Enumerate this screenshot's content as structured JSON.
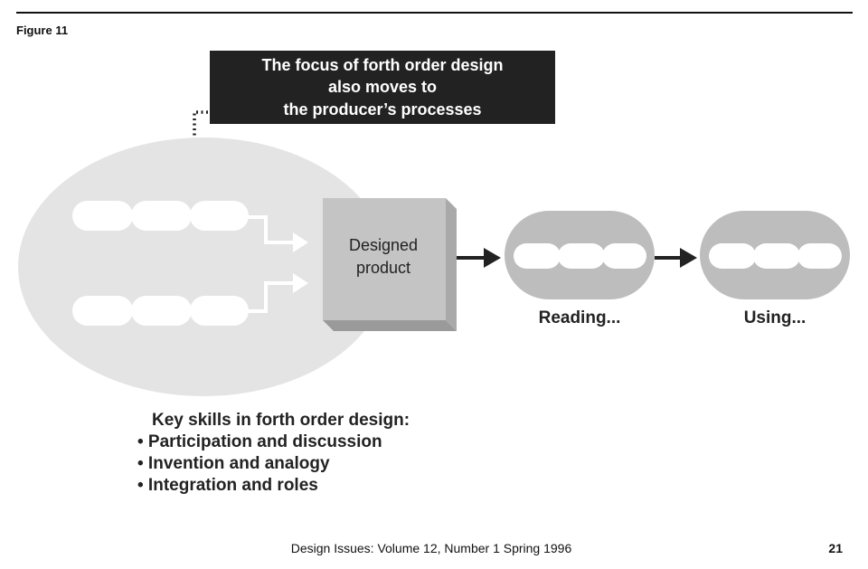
{
  "figure_label": "Figure 11",
  "callout": {
    "lines": [
      "The focus of forth order design",
      "also moves to",
      "the producer’s processes"
    ]
  },
  "product_box": {
    "lines": [
      "Designed",
      "product"
    ]
  },
  "stages": [
    {
      "label": "Reading..."
    },
    {
      "label": "Using..."
    }
  ],
  "key_skills": {
    "heading": "Key skills in forth order design:",
    "items": [
      "• Participation and discussion",
      "• Invention and analogy",
      "• Integration and roles"
    ]
  },
  "footer": {
    "journal": "Design Issues:  Volume 12, Number 1  Spring 1996",
    "page_number": "21"
  }
}
